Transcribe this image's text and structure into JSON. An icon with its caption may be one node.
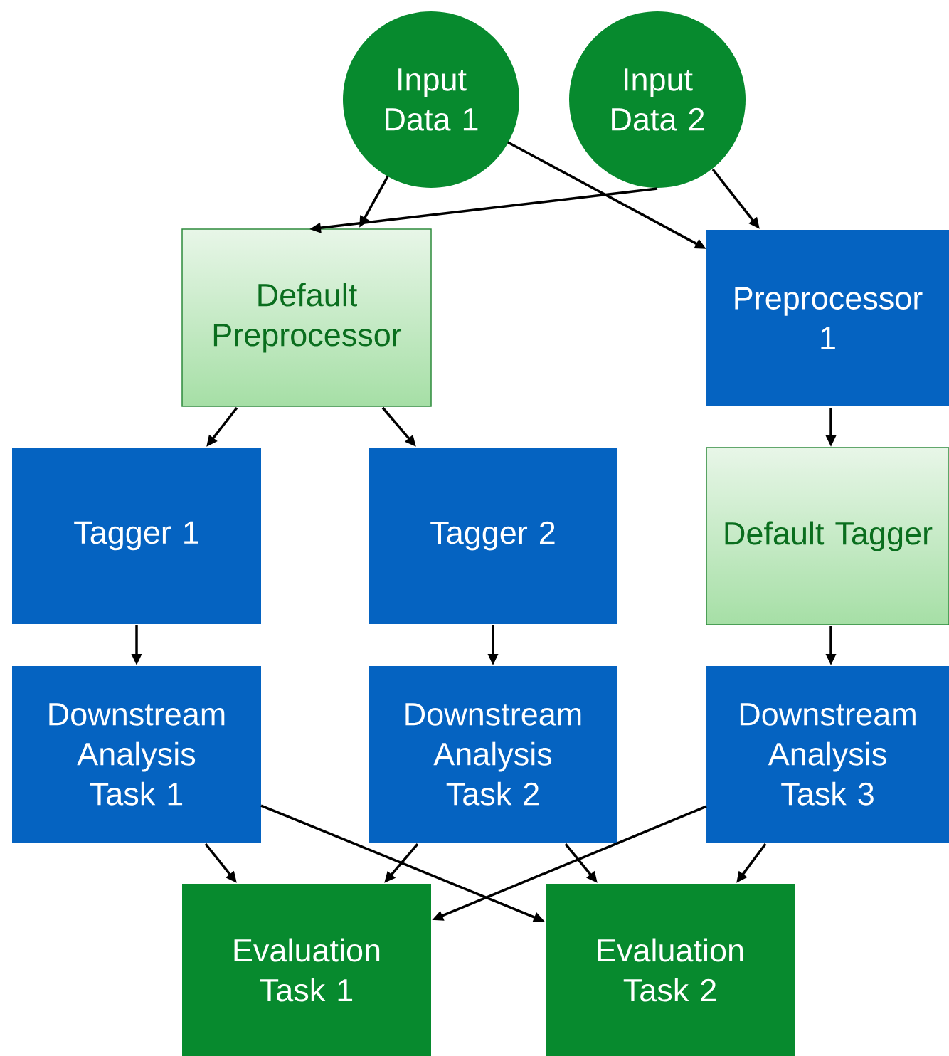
{
  "diagram": {
    "nodes": [
      {
        "text": [
          "Input Data 1"
        ]
      },
      {
        "text": [
          "Input Data 2"
        ]
      },
      {
        "text": [
          "Default Preprocessor"
        ]
      },
      {
        "text": [
          "Preprocessor 1"
        ]
      },
      {
        "text": [
          "Tagger 1"
        ]
      },
      {
        "text": [
          "Tagger 2"
        ]
      },
      {
        "text": [
          "Default Tagger"
        ]
      },
      {
        "text": [
          "Downstream Analysis Task 1"
        ]
      },
      {
        "text": [
          "Downstream Analysis Task 2"
        ]
      },
      {
        "text": [
          "Downstream Analysis Task 3"
        ]
      },
      {
        "text": [
          "Evaluation Task 1"
        ]
      },
      {
        "text": [
          "Evaluation Task 2"
        ]
      }
    ],
    "edges": [
      {
        "from": 0,
        "to": 2,
        "arrow": "to"
      },
      {
        "from": 1,
        "to": 2,
        "arrow": "to"
      },
      {
        "from": 0,
        "to": 3,
        "arrow": "to"
      },
      {
        "from": 1,
        "to": 3,
        "arrow": "to"
      },
      {
        "from": 2,
        "to": 4,
        "arrow": "to"
      },
      {
        "from": 2,
        "to": 5,
        "arrow": "to"
      },
      {
        "from": 3,
        "to": 6,
        "arrow": "to"
      },
      {
        "from": 4,
        "to": 7,
        "arrow": "to"
      },
      {
        "from": 5,
        "to": 8,
        "arrow": "to"
      },
      {
        "from": 6,
        "to": 9,
        "arrow": "to"
      },
      {
        "from": 7,
        "to": 10,
        "arrow": "to"
      },
      {
        "from": 7,
        "to": 11,
        "arrow": "to"
      },
      {
        "from": 8,
        "to": 10,
        "arrow": "to"
      },
      {
        "from": 8,
        "to": 11,
        "arrow": "to"
      },
      {
        "from": 9,
        "to": 10,
        "arrow": "to"
      },
      {
        "from": 9,
        "to": 11,
        "arrow": "to"
      }
    ]
  }
}
